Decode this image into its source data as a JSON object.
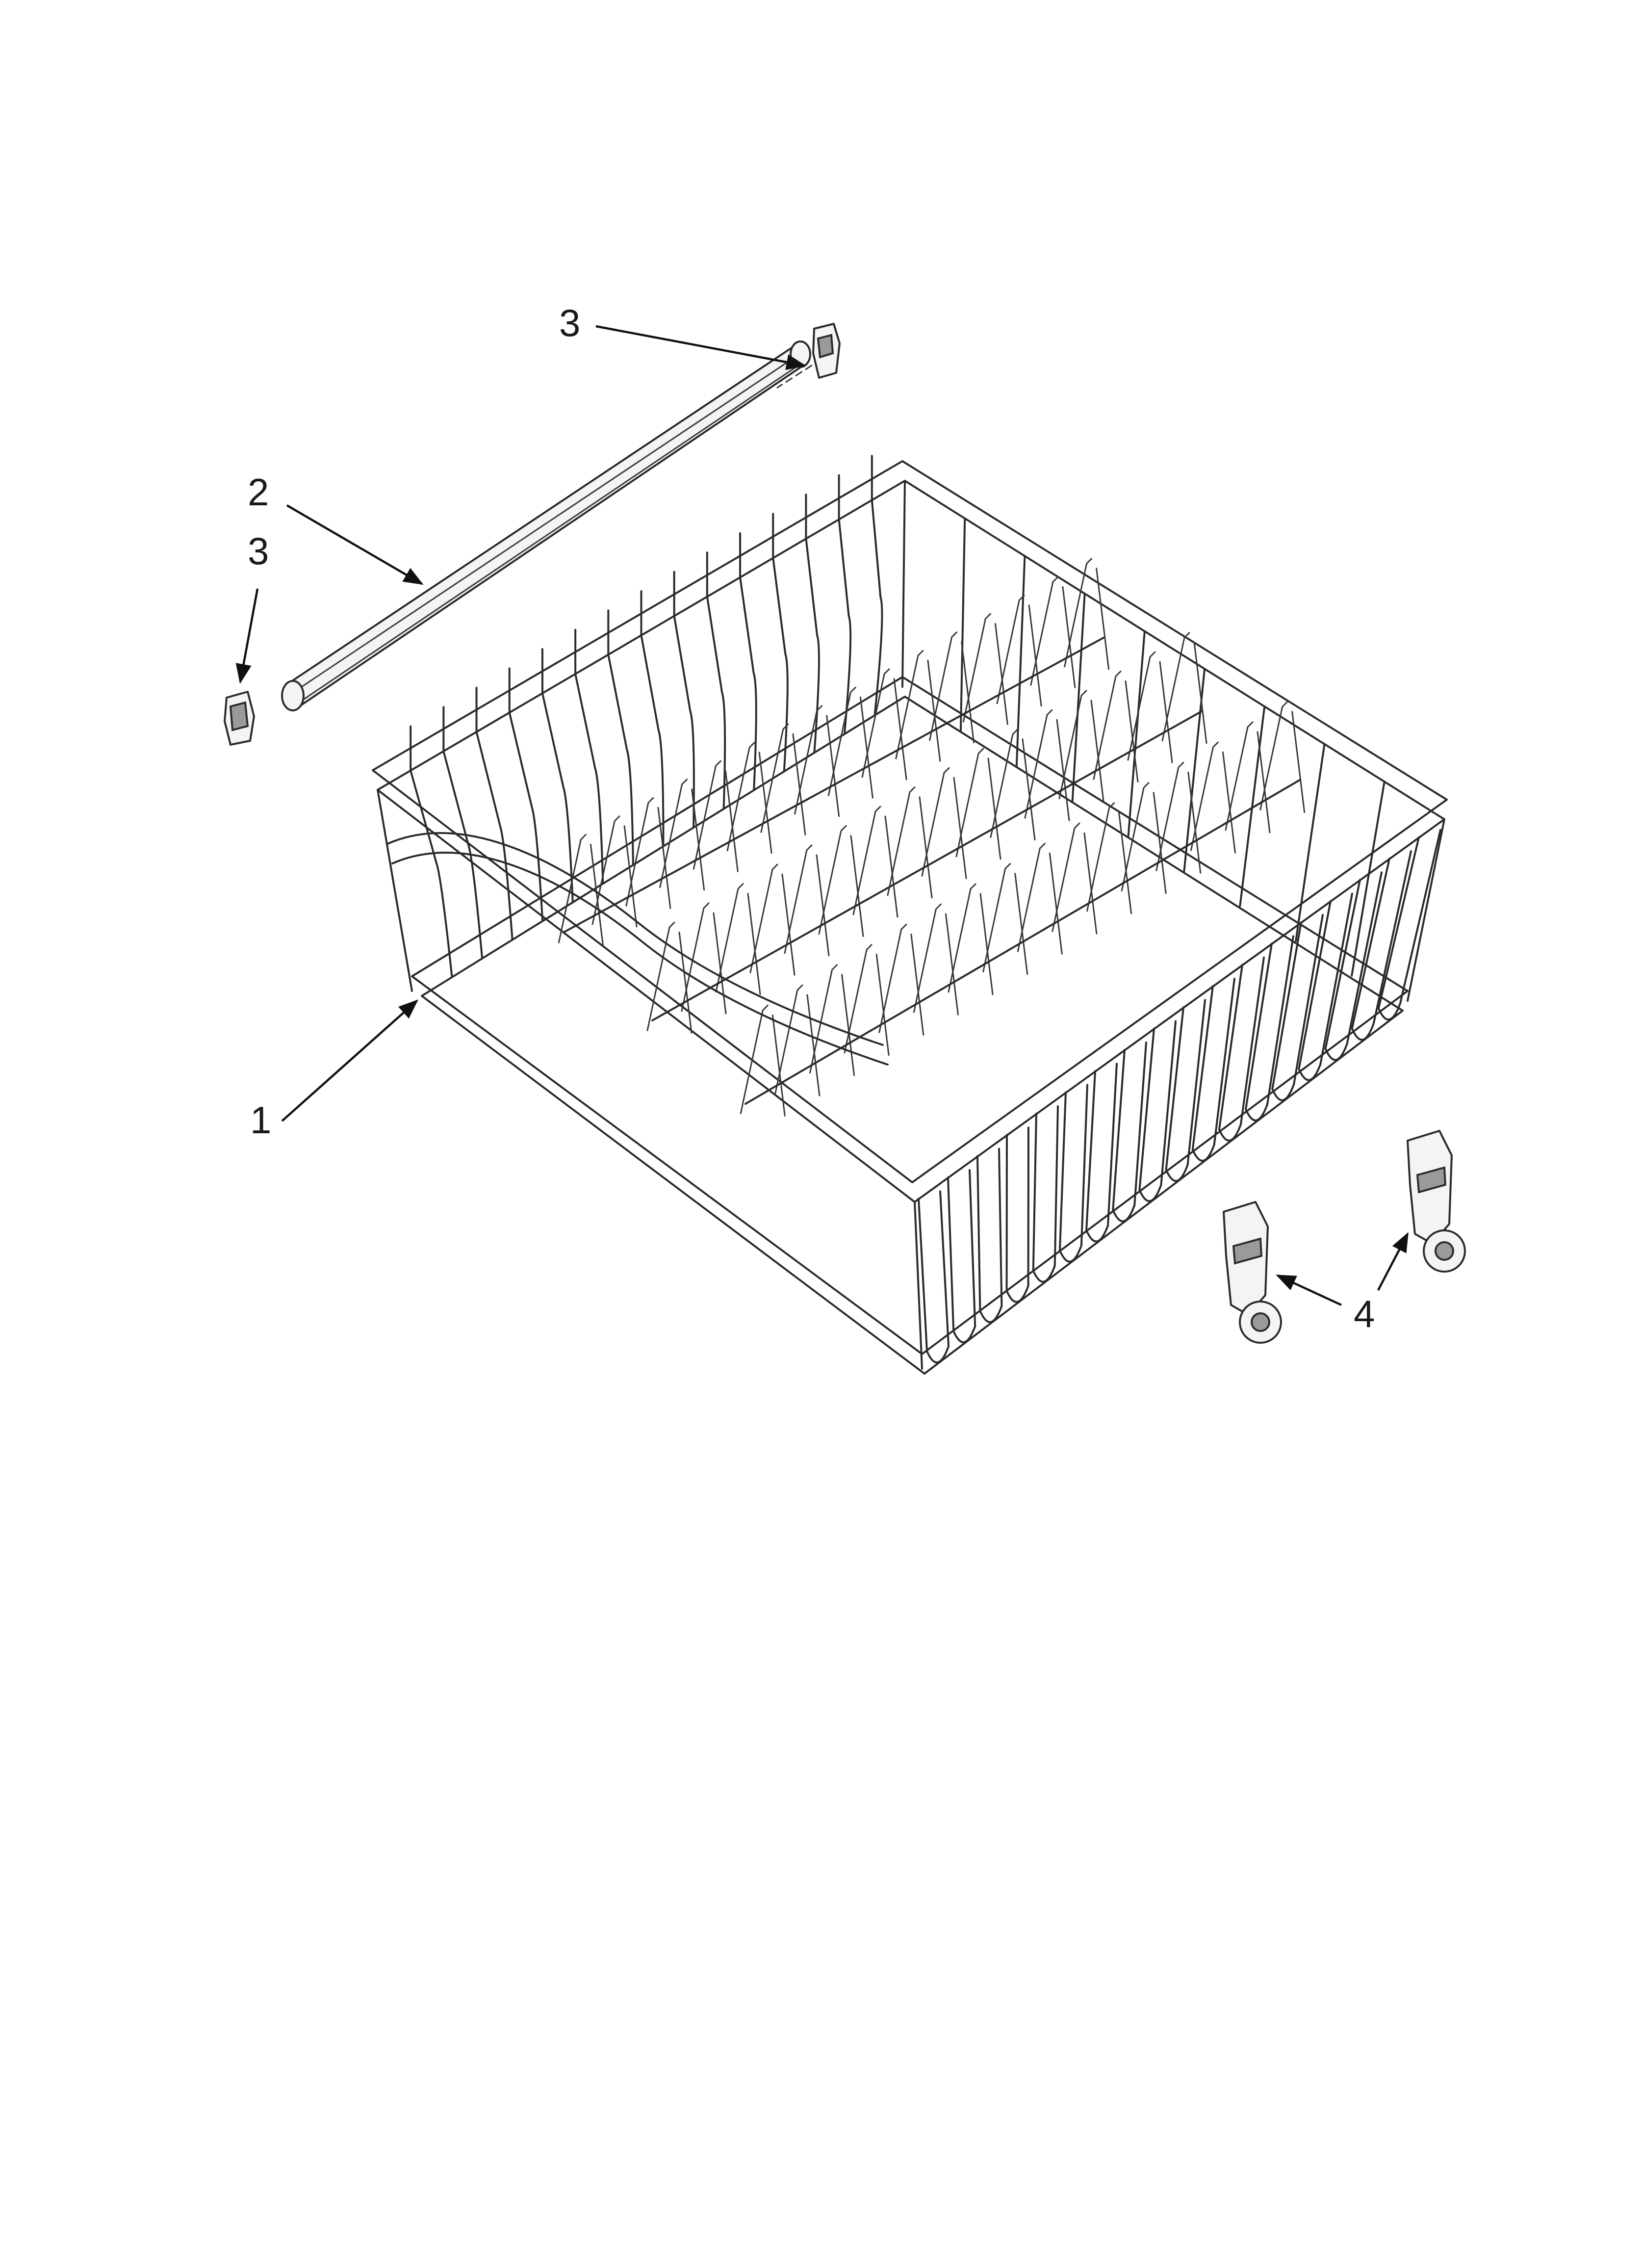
{
  "diagram": {
    "callouts": [
      {
        "id": "c1",
        "label": "1"
      },
      {
        "id": "c2",
        "label": "2"
      },
      {
        "id": "c3a",
        "label": "3"
      },
      {
        "id": "c3b",
        "label": "3"
      },
      {
        "id": "c4",
        "label": "4"
      }
    ]
  },
  "colors": {
    "ink": "#2b2b2b",
    "background": "#ffffff"
  }
}
